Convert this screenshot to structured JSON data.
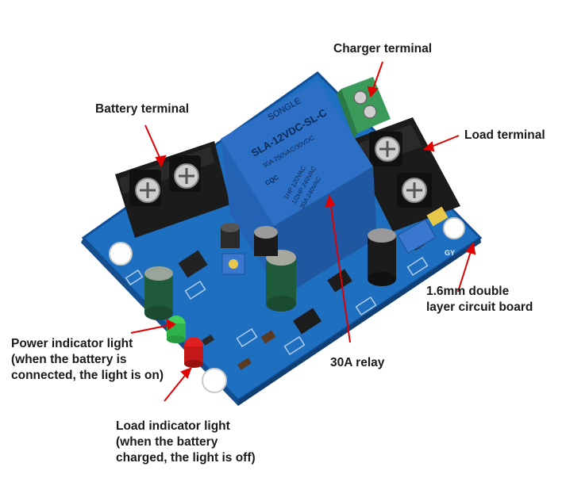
{
  "labels": {
    "battery_terminal": "Battery terminal",
    "charger_terminal": "Charger terminal",
    "load_terminal": "Load terminal",
    "board": [
      "1.6mm double",
      "layer circuit board"
    ],
    "relay": "30A relay",
    "power_light": [
      "Power indicator light",
      "(when the battery is",
      "connected, the light is on)"
    ],
    "load_light": [
      "Load indicator light",
      "(when the battery",
      "charged, the light is off)"
    ]
  },
  "relay_print": {
    "brand": "SONGLE",
    "model": "SLA-12VDC-SL-C",
    "rating1": "30A  250VAC/30VDC",
    "cert": "CQC",
    "line1": "1HP 120VAC",
    "line2": "1/2HP 240VAC",
    "line3": "30A 240VAC"
  },
  "board_print": [
    "GY"
  ],
  "colors": {
    "pcb": "#1e6fbf",
    "relay": "#2d6fc4",
    "terminal_black": "#1b1b1b",
    "charger_green": "#3a9a5a",
    "led_green": "#3fcf5a",
    "led_red": "#e02020",
    "callout_line": "#e00000",
    "label_text": "#1a1a1a"
  }
}
